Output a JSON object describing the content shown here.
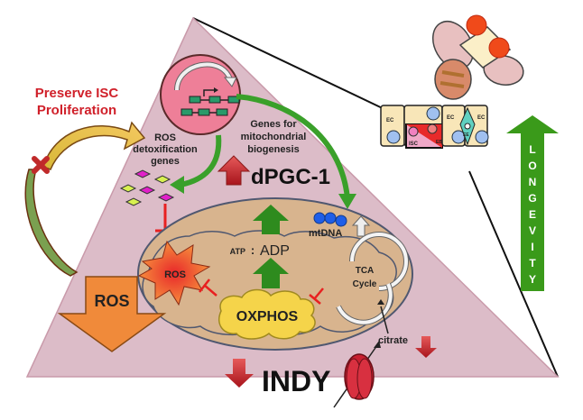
{
  "title": "INDY reduction, dPGC-1 and longevity diagram",
  "labels": {
    "preserve_line1": "Preserve ISC",
    "preserve_line2": "Proliferation",
    "ros_detox_line1": "ROS",
    "ros_detox_line2": "detoxification",
    "ros_detox_line3": "genes",
    "genes_mito_line1": "Genes for",
    "genes_mito_line2": "mitochondrial",
    "genes_mito_line3": "biogenesis",
    "dpgc1": "dPGC-1",
    "mtdna": "mtDNA",
    "atp": "ATP",
    "atp_sep": ":",
    "adp": "ADP",
    "ros_star": "ROS",
    "oxphos": "OXPHOS",
    "tca_line1": "TCA",
    "tca_line2": "Cycle",
    "citrate": "citrate",
    "ros_big": "ROS",
    "indy": "INDY",
    "longevity": [
      "L",
      "O",
      "N",
      "G",
      "E",
      "V",
      "I",
      "T",
      "Y"
    ],
    "cell_ec1": "EC",
    "cell_ec2": "EC",
    "cell_ec3": "EC",
    "cell_ee": "EE",
    "cell_isc": "ISC",
    "cell_eb": "EB"
  },
  "colors": {
    "triangle": "#dcbcc8",
    "nucleus": "#ee7f98",
    "mito": "#d8b48e",
    "green_arrow": "#2e8b1e",
    "red_arrow": "#c0282c",
    "orange_arrow": "#f08a3a",
    "oxphos": "#f5d44a",
    "preserve_text": "#d0202a",
    "longevity": "#3a9a1a",
    "mtdna": "#1e5ee8"
  }
}
